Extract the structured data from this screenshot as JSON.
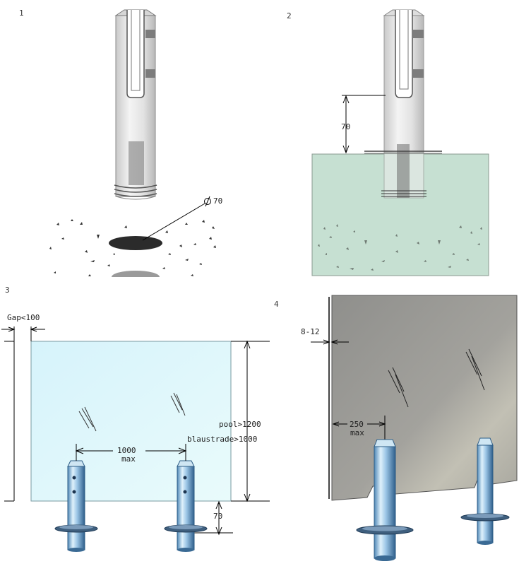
{
  "panels": [
    {
      "number": "1",
      "diameter_label": "70"
    },
    {
      "number": "2",
      "depth_label": "70"
    },
    {
      "number": "3",
      "gap_label": "Gap<100",
      "spacing_label": "1000",
      "spacing_sub": "max",
      "pool_label": "pool>1200",
      "balustrade_label": "blaustrade>1000",
      "embed_label": "70"
    },
    {
      "number": "4",
      "clearance_label": "8-12",
      "edge_label": "250",
      "edge_sub": "max"
    }
  ]
}
